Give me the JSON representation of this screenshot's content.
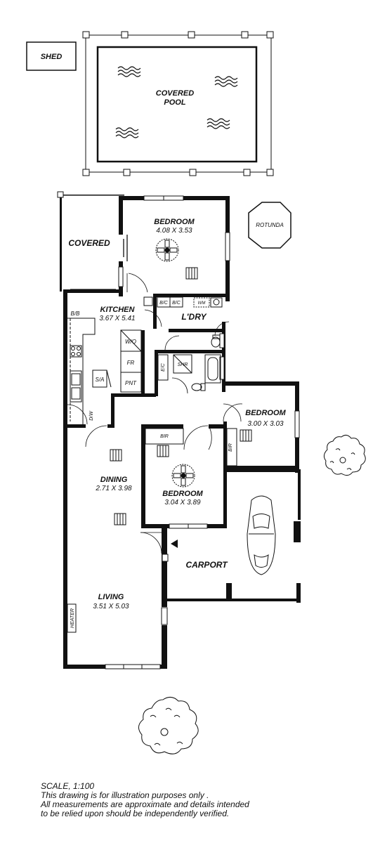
{
  "rooms": {
    "shed": "SHED",
    "pool_line1": "COVERED",
    "pool_line2": "POOL",
    "covered": "COVERED",
    "bedroom1": {
      "name": "BEDROOM",
      "size": "4.08 X 3.53"
    },
    "rotunda": "ROTUNDA",
    "kitchen": {
      "name": "KITCHEN",
      "size": "3.67 X 5.41"
    },
    "laundry": "L'DRY",
    "bedroom2": {
      "name": "BEDROOM",
      "size": "3.00 X 3.03"
    },
    "dining": {
      "name": "DINING",
      "size": "2.71 X 3.98"
    },
    "bedroom3": {
      "name": "BEDROOM",
      "size": "3.04 X 3.89"
    },
    "carport": "CARPORT",
    "living": {
      "name": "LIVING",
      "size": "3.51 X 5.03"
    }
  },
  "fixtures": {
    "bb": "B/B",
    "bic1": "B/C",
    "bic2": "B/C",
    "wm": "WM",
    "wo": "W/O",
    "fr": "FR",
    "pnt": "PNT",
    "sa": "S/A",
    "dw": "D/W",
    "shr": "SHR",
    "ec": "E/C",
    "bir1": "BIR",
    "bir2": "BIR",
    "heater": "HEATER"
  },
  "notes": {
    "scale": "SCALE, 1:100",
    "line1": "This drawing is for illustration purposes only .",
    "line2": "All measurements are approximate and details intended",
    "line3": "to be relied upon should be independently verified."
  }
}
